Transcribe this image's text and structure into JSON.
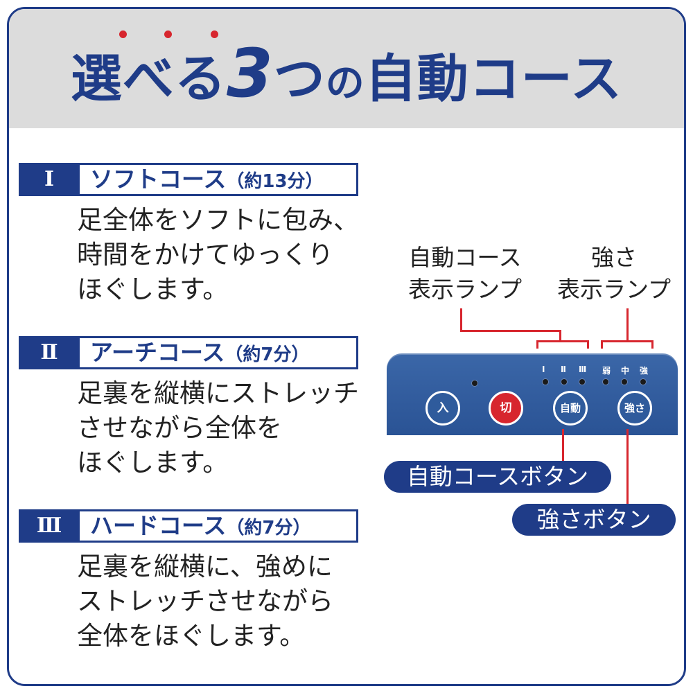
{
  "header": {
    "title_part1": "選べる",
    "title_number": "3",
    "title_part2": "つ",
    "title_part3": "の",
    "title_part4": "自動コース"
  },
  "courses": [
    {
      "roman": "Ⅰ",
      "name": "ソフトコース",
      "time": "（約13分）",
      "description": "足全体をソフトに包み、\n時間をかけてゆっくり\nほぐします。"
    },
    {
      "roman": "Ⅱ",
      "name": "アーチコース",
      "time": "（約7分）",
      "description": "足裏を縦横にストレッチ\nさせながら全体を\nほぐします。"
    },
    {
      "roman": "Ⅲ",
      "name": "ハードコース",
      "time": "（約7分）",
      "description": "足裏を縦横に、強めに\nストレッチさせながら\n全体をほぐします。"
    }
  ],
  "diagram": {
    "auto_lamp_label": "自動コース\n表示ランプ",
    "strength_lamp_label": "強さ\n表示ランプ",
    "lamp_labels_auto": [
      "Ⅰ",
      "Ⅱ",
      "Ⅲ"
    ],
    "lamp_labels_strength": [
      "弱",
      "中",
      "強"
    ],
    "buttons": {
      "on": "入",
      "off": "切",
      "auto": "自動",
      "strength": "強さ"
    },
    "auto_button_caption": "自動コースボタン",
    "strength_button_caption": "強さボタン"
  },
  "colors": {
    "brand": "#1f3c88",
    "accent_red": "#d7262e",
    "header_bg": "#dcdcdc",
    "panel": "#2a5395"
  }
}
